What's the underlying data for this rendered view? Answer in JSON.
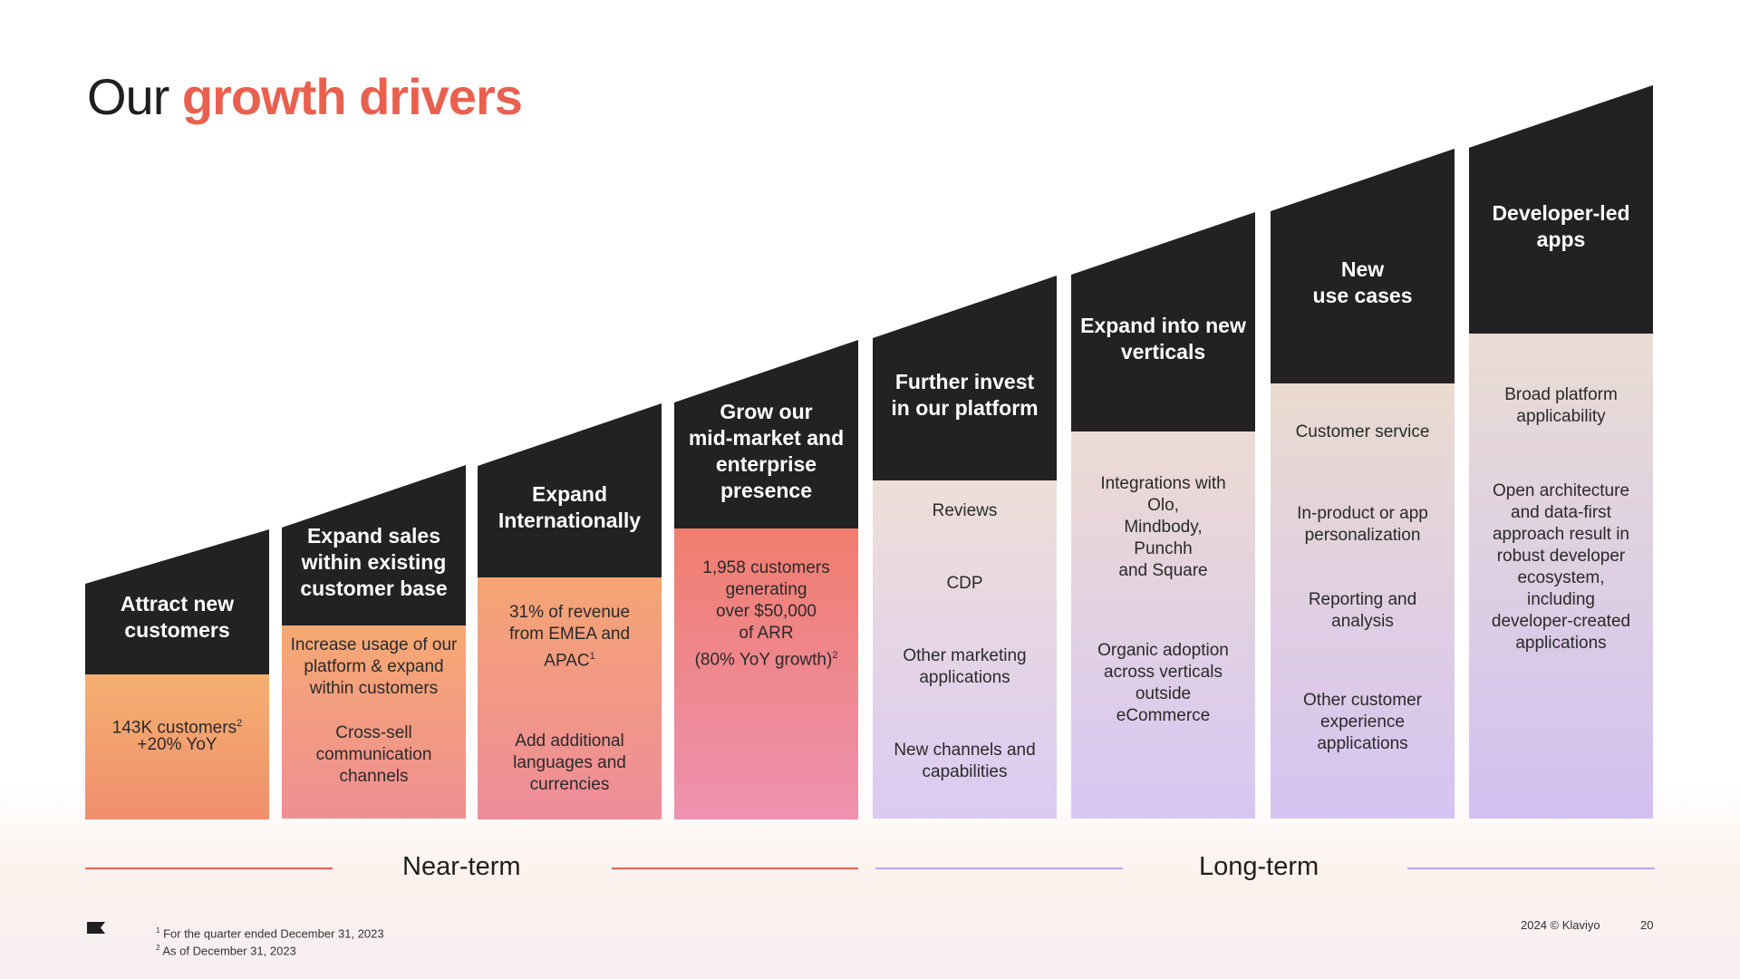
{
  "title": {
    "lead": "Our",
    "accent": "growth drivers"
  },
  "columns": [
    {
      "heading": "Attract new\ncustomers",
      "items": [
        "143K customers",
        "+20% YoY"
      ],
      "footnote_refs": [
        "2",
        ""
      ],
      "gradient": [
        "#f5b070",
        "#f08e6e"
      ]
    },
    {
      "heading": "Expand sales\nwithin existing\ncustomer base",
      "items": [
        "Increase usage of our\nplatform & expand\nwithin customers",
        "Cross-sell\ncommunication\nchannels"
      ],
      "gradient": [
        "#f6a972",
        "#ef8e93"
      ]
    },
    {
      "heading": "Expand\nInternationally",
      "items": [
        "31% of revenue\nfrom EMEA and\nAPAC",
        "Add additional\nlanguages and\ncurrencies"
      ],
      "footnote_refs": [
        "1",
        ""
      ],
      "gradient": [
        "#f5a473",
        "#ee8c9a"
      ]
    },
    {
      "heading": "Grow our\nmid-market and\nenterprise\npresence",
      "items": [
        "1,958 customers\ngenerating\nover $50,000\nof ARR\n(80% YoY growth)"
      ],
      "footnote_refs": [
        "2"
      ],
      "gradient": [
        "#f07d6e",
        "#ee92b0"
      ]
    },
    {
      "heading": "Further invest\nin our platform",
      "items": [
        "Reviews",
        "CDP",
        "Other marketing\napplications",
        "New channels and\ncapabilities"
      ],
      "gradient": [
        "#eedfd8",
        "#dccaf3"
      ]
    },
    {
      "heading": "Expand into new\nverticals",
      "items": [
        "Integrations with\nOlo,\nMindbody,\nPunchh\nand Square",
        "Organic adoption\nacross verticals\noutside\neCommerce"
      ],
      "gradient": [
        "#ecdbd2",
        "#d7c6f3"
      ]
    },
    {
      "heading": "New\nuse cases",
      "items": [
        "Customer service",
        "In-product or app\npersonalization",
        "Reporting and\nanalysis",
        "Other customer\nexperience\napplications"
      ],
      "gradient": [
        "#eadbd0",
        "#d6c3f2"
      ]
    },
    {
      "heading": "Developer-led\napps",
      "items": [
        "Broad platform\napplicability",
        "Open architecture\nand data-first\napproach result in\nrobust developer\necosystem,\nincluding\ndeveloper-created\napplications"
      ],
      "gradient": [
        "#e9ddd4",
        "#d3c0f1"
      ]
    }
  ],
  "horizons": {
    "near": {
      "label": "Near-term",
      "color": "#e8604f"
    },
    "long": {
      "label": "Long-term",
      "color": "#b7a6f0"
    }
  },
  "footnotes": [
    {
      "marker": "1",
      "text": "For the quarter ended December 31, 2023"
    },
    {
      "marker": "2",
      "text": "As of December 31, 2023"
    }
  ],
  "footer": {
    "copyright": "2024 © Klaviyo",
    "page_number": "20"
  },
  "icons": {
    "logo": "klaviyo-flag-icon"
  }
}
